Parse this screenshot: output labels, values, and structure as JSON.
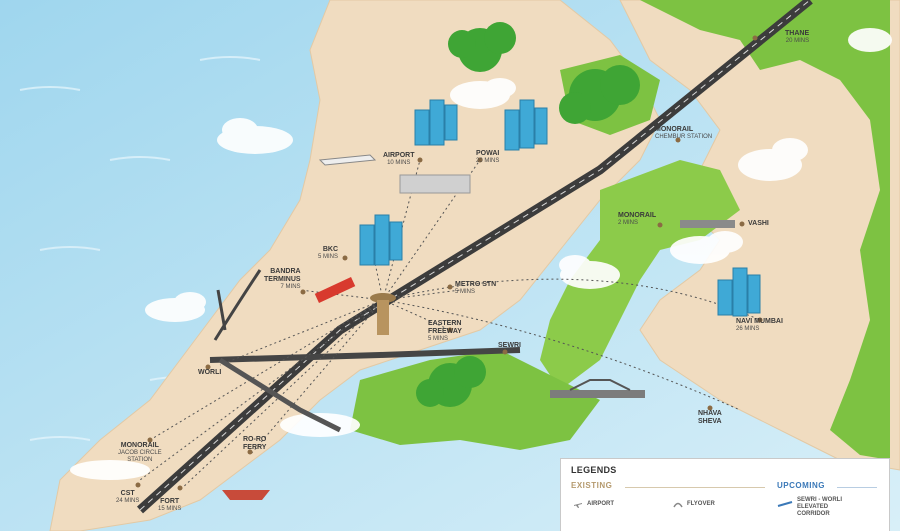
{
  "map": {
    "places": {
      "thane": {
        "name": "THANE",
        "time": "20 MINS"
      },
      "monorail_chembur": {
        "name": "MONORAIL",
        "time": "CHEMBUR STATION"
      },
      "airport": {
        "name": "AIRPORT",
        "time": "10 MINS"
      },
      "powai": {
        "name": "POWAI",
        "time": "20 MINS"
      },
      "monorail_vashi": {
        "name": "MONORAIL",
        "time": "2 MINS"
      },
      "vashi": {
        "name": "VASHI",
        "time": ""
      },
      "bkc": {
        "name": "BKC",
        "time": "5 MINS"
      },
      "bandra": {
        "name": "BANDRA",
        "name2": "TERMINUS",
        "time": "7 MINS"
      },
      "metro": {
        "name": "METRO STN",
        "time": "5 MINS"
      },
      "eastern": {
        "name": "EASTERN",
        "name2": "FREEWAY",
        "time": "5 MINS"
      },
      "navi": {
        "name": "NAVI MUMBAI",
        "time": "26 MINS"
      },
      "sewri": {
        "name": "SEWRI",
        "time": ""
      },
      "worli": {
        "name": "WORLI",
        "time": ""
      },
      "nhava": {
        "name": "NHAVA",
        "name2": "SHEVA",
        "time": ""
      },
      "monorail_jacob": {
        "name": "MONORAIL",
        "time": "JACOB CIRCLE",
        "time2": "STATION"
      },
      "roro": {
        "name": "RO-RO",
        "name2": "FERRY",
        "time": ""
      },
      "cst": {
        "name": "CST",
        "time": "24 MINS"
      },
      "fort": {
        "name": "FORT",
        "time": "15 MINS"
      }
    }
  },
  "legend": {
    "title": "LEGENDS",
    "existing": "EXISTING",
    "upcoming": "UPCOMING",
    "items": {
      "airport": "AIRPORT",
      "flyover": "FLYOVER",
      "sewri_worli": "SEWRI - WORLI",
      "sewri_worli2": "ELEVATED",
      "sewri_worli3": "CORRIDOR"
    }
  },
  "colors": {
    "sea": "#bfe3f2",
    "land": "#f0dcc0",
    "green": "#7dc242",
    "road": "#3c3c3c"
  }
}
